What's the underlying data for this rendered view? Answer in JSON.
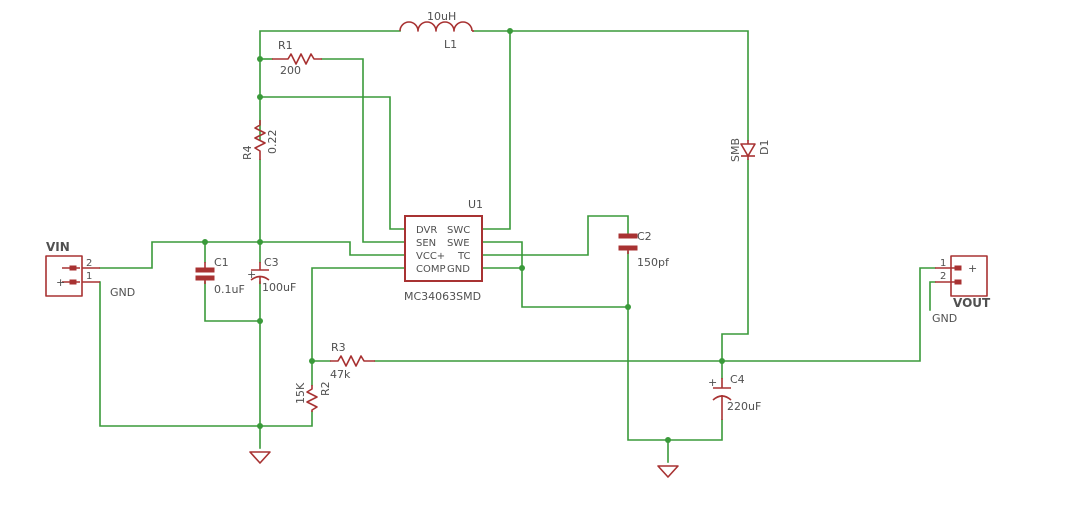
{
  "components": {
    "L1": {
      "ref": "L1",
      "value": "10uH"
    },
    "R1": {
      "ref": "R1",
      "value": "200"
    },
    "R4": {
      "ref": "R4",
      "value": "0.22"
    },
    "U1": {
      "ref": "U1",
      "value": "MC34063SMD",
      "pins_left": [
        "DVR",
        "SEN",
        "VCC+",
        "COMP"
      ],
      "pins_right": [
        "SWC",
        "SWE",
        "TC",
        "GND"
      ]
    },
    "C1": {
      "ref": "C1",
      "value": "0.1uF"
    },
    "C3": {
      "ref": "C3",
      "value": "100uF"
    },
    "C2": {
      "ref": "C2",
      "value": "150pf"
    },
    "D1": {
      "ref": "D1",
      "value": "SMB"
    },
    "R3": {
      "ref": "R3",
      "value": "47k"
    },
    "R2": {
      "ref": "R2",
      "value": "15K"
    },
    "C4": {
      "ref": "C4",
      "value": "220uF"
    },
    "VIN": {
      "ref": "VIN",
      "pin1": "1",
      "pin2": "2",
      "net": "GND"
    },
    "VOUT": {
      "ref": "VOUT",
      "pin1": "1",
      "pin2": "2",
      "net": "GND"
    }
  }
}
